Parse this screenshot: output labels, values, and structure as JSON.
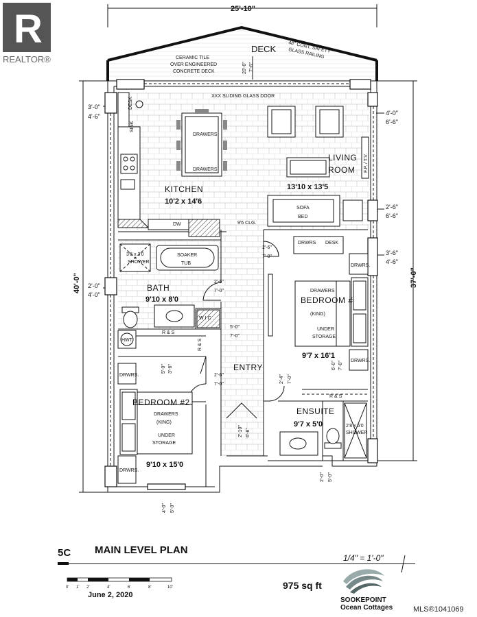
{
  "header": {
    "realtor_mark": "R",
    "realtor_text": "REALTOR®"
  },
  "dimensions": {
    "overall_width": "25'-10\"",
    "right_depth": "37'-0\"",
    "left_depth": "40'-0\"",
    "left_top_a": "3'-0\"",
    "left_top_b": "4'-6\"",
    "left_mid_a": "2'-0\"",
    "left_mid_b": "4'-0\"",
    "right_top_a": "4'-0\"",
    "right_top_b": "6'-6\"",
    "right_mid1_a": "2'-6\"",
    "right_mid1_b": "6'-6\"",
    "right_mid2_a": "3'-6\"",
    "right_mid2_b": "4'-6\"",
    "deck_depth_a": "20'-0\"",
    "deck_depth_b": "7'-6\"",
    "bottom_left_a": "4'-0\"",
    "bottom_left_b": "5'-0\"",
    "bottom_right_a": "2'-0\"",
    "bottom_right_b": "5'-0\"",
    "bath_door_a": "2'-6\"",
    "bath_door_b": "7'-0\"",
    "bed1_door_a": "2'-6\"",
    "bed1_door_b": "7'-0\"",
    "wic_door_a": "5'-0\"",
    "wic_door_b": "7'-0\"",
    "bed2_door_a": "2'-6\"",
    "bed2_door_b": "7'-0\"",
    "closet_a": "5'-0\"",
    "closet_b": "3'-6\"",
    "ens_door_a": "2'-4\"",
    "ens_door_b": "7'-0\"",
    "bed1_closet_a": "6'-0\"",
    "bed1_closet_b": "7'-0\"",
    "entry_door_a": "2'-10\"",
    "entry_door_b": "6'-8\""
  },
  "notes": {
    "deck": "DECK",
    "ceramic_1": "CERAMIC TILE",
    "ceramic_2": "OVER ENGINEERED",
    "ceramic_3": "CONCRETE DECK",
    "railing_1": "48\" CONT. SAFETY",
    "railing_2": "GLASS RAILING",
    "sliding_door": "XXX SLIDING GLASS DOOR",
    "ceiling": "9'6 CLG.",
    "dw": "DW",
    "sink": "SINK",
    "desk_kitchen": "DESK",
    "fp_tv": "F.P. / T.V.",
    "wic_label": "W I C",
    "rs_1": "R & S",
    "rs_2": "R & S",
    "rs_3": "R & S",
    "hwt": "HWT"
  },
  "rooms": {
    "kitchen_name": "KITCHEN",
    "kitchen_size": "10'2 x 14'6",
    "living_name_1": "LIVING",
    "living_name_2": "ROOM",
    "living_size": "13'10 x 13'5",
    "bath_name": "BATH",
    "bath_size": "9'10 x 8'0",
    "bedroom1_name": "BEDROOM #",
    "bedroom1_size": "9'7 x 16'1",
    "bedroom2_name": "BEDROOM #2",
    "bedroom2_size": "9'10 x 15'0",
    "entry_name": "ENTRY",
    "ensuite_name": "ENSUITE",
    "ensuite_size": "9'7 x 5'0"
  },
  "furniture": {
    "drawers_1": "DRAWERS",
    "drawers_2": "DRAWERS",
    "sofa_1": "SOFA",
    "sofa_2": "BED",
    "shower_1a": "3'6 x 3'0",
    "shower_1b": "SHOWER",
    "soaker_1": "SOAKER",
    "soaker_2": "TUB",
    "drwrs_desk_a": "DRWRS",
    "drwrs_desk_b": "DESK",
    "drwrs_r1": "DRWRS.",
    "drwrs_r2": "DRWRS.",
    "bed1_drawers": "DRAWERS",
    "bed1_king": "(KING)",
    "bed1_under_1": "UNDER",
    "bed1_under_2": "STORAGE",
    "bed2_drwrs_top": "DRWRS.",
    "bed2_drwrs_bot": "DRWRS.",
    "bed2_drawers": "DRAWERS",
    "bed2_king": "(KING)",
    "bed2_under_1": "UNDER",
    "bed2_under_2": "STORAGE",
    "ens_shower_1": "2'8 x 5'0",
    "ens_shower_2": "SHOWER"
  },
  "footer": {
    "plan_code": "5C",
    "plan_title": "MAIN LEVEL PLAN",
    "scale": "1/4\" = 1'-0\"",
    "date": "June 2, 2020",
    "area": "975  sq ft",
    "brand_1": "SOOKEPOINT",
    "brand_2": "Ocean Cottages",
    "mls": "MLS®1041069",
    "scale_ticks": [
      "0'",
      "1'",
      "2'",
      "4'",
      "6'",
      "8'",
      "10'"
    ]
  }
}
